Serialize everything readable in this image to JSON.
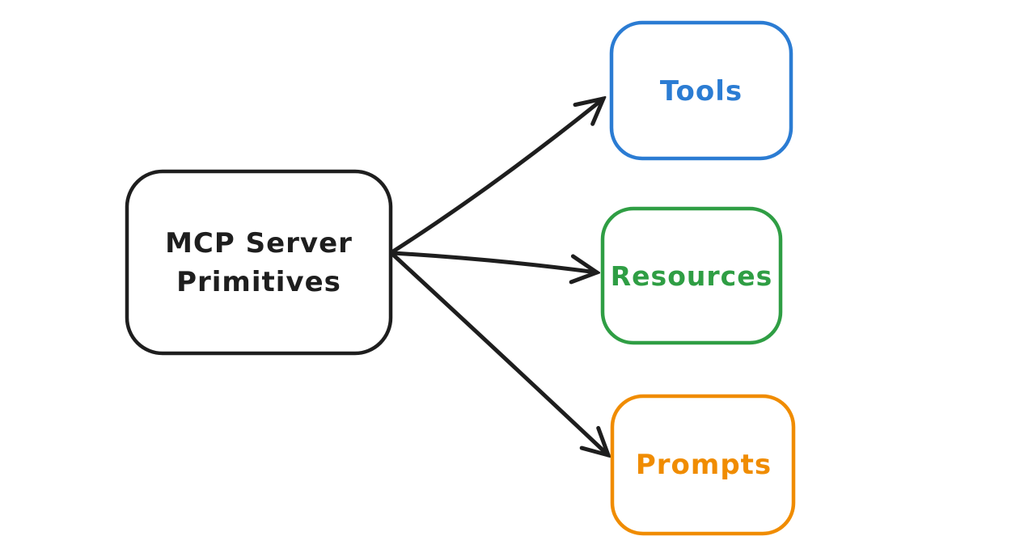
{
  "diagram": {
    "background_color": "#ffffff",
    "edge_color": "#1e1e1e",
    "nodes": [
      {
        "id": "mcp-server-primitives",
        "label": "MCP Server Primitives",
        "label_line1": "MCP Server",
        "label_line2": "Primitives",
        "color": "#1e1e1e"
      },
      {
        "id": "tools",
        "label": "Tools",
        "color": "#2b7cd3"
      },
      {
        "id": "resources",
        "label": "Resources",
        "color": "#2f9e44"
      },
      {
        "id": "prompts",
        "label": "Prompts",
        "color": "#f08c00"
      }
    ],
    "edges": [
      {
        "from": "MCP Server Primitives",
        "to": "Tools"
      },
      {
        "from": "MCP Server Primitives",
        "to": "Resources"
      },
      {
        "from": "MCP Server Primitives",
        "to": "Prompts"
      }
    ]
  }
}
